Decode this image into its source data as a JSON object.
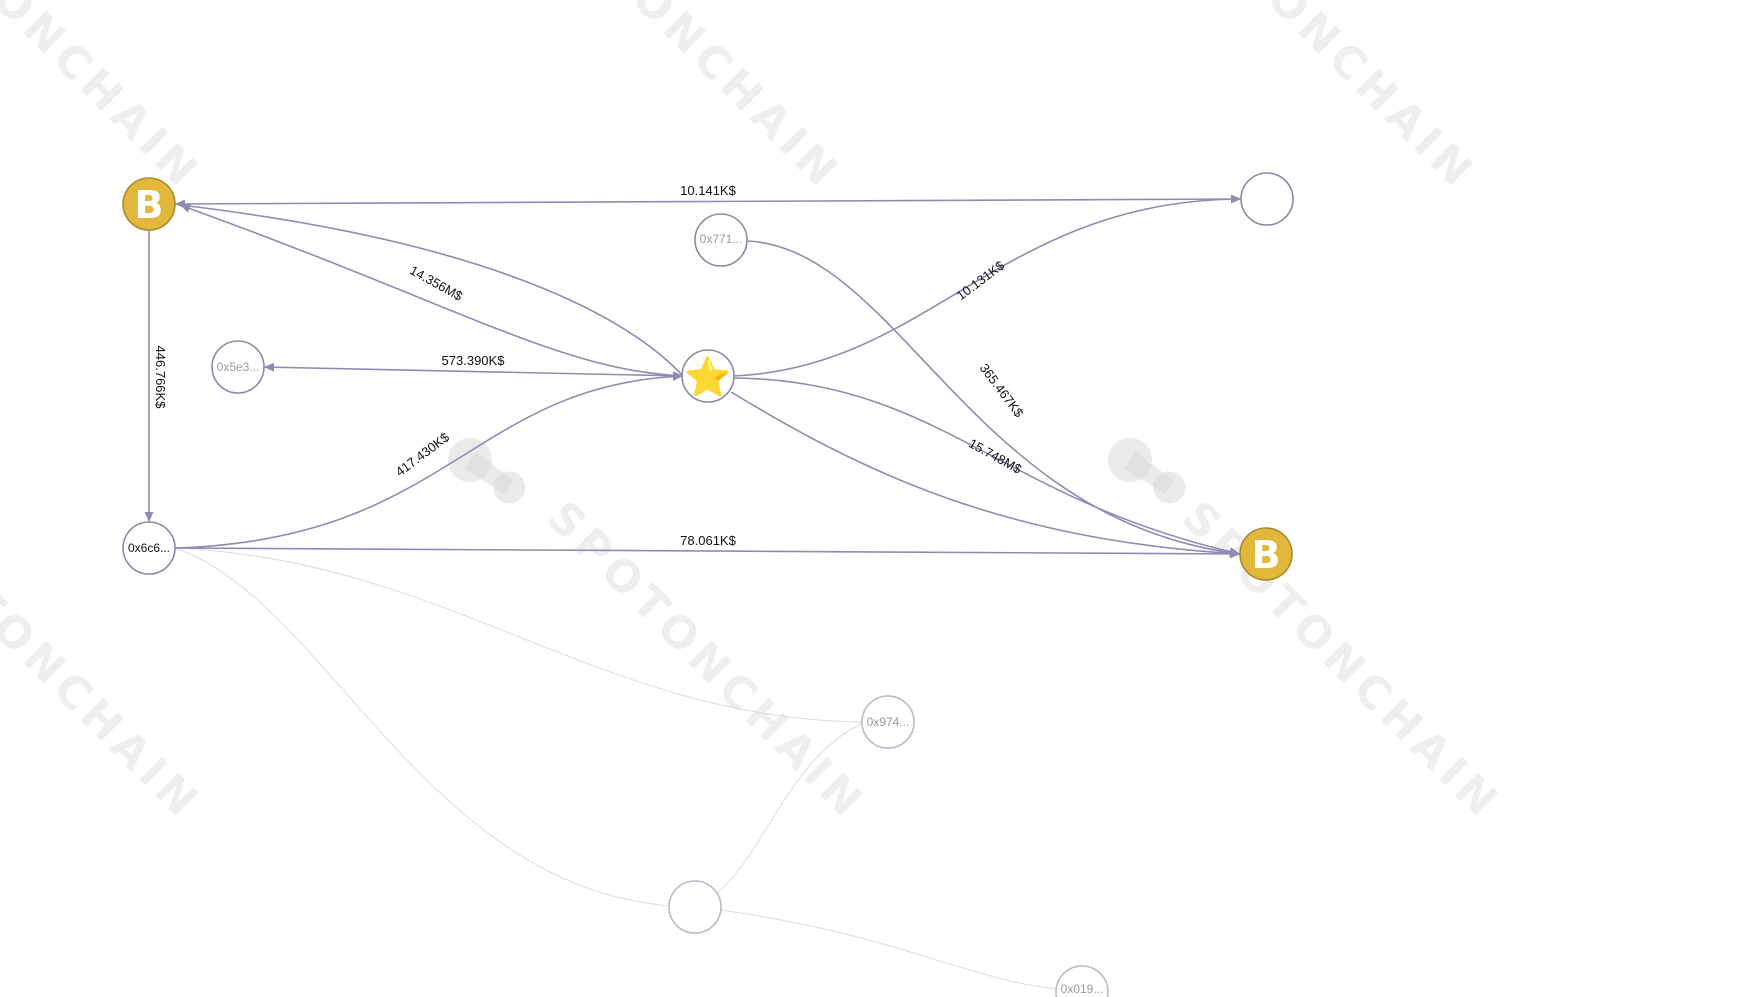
{
  "watermark": {
    "text": "SPOTONCHAIN"
  },
  "nodes": [
    {
      "id": "b_top",
      "kind": "badge",
      "glyph": "B",
      "label": ""
    },
    {
      "id": "b_bottom",
      "kind": "badge",
      "glyph": "B",
      "label": ""
    },
    {
      "id": "star",
      "kind": "star",
      "glyph": "⭐",
      "label": ""
    },
    {
      "id": "empty_top_right",
      "kind": "address",
      "label": ""
    },
    {
      "id": "addr_771",
      "kind": "address",
      "label": "0x771..."
    },
    {
      "id": "addr_5e3",
      "kind": "address",
      "label": "0x5e3..."
    },
    {
      "id": "addr_6c6",
      "kind": "address",
      "label": "0x6c6..."
    },
    {
      "id": "addr_974",
      "kind": "address",
      "label": "0x974..."
    },
    {
      "id": "empty_bottom",
      "kind": "address",
      "label": ""
    },
    {
      "id": "addr_019",
      "kind": "address",
      "label": "0x019..."
    }
  ],
  "edges": [
    {
      "id": "e1",
      "from": "empty_top_right",
      "to": "b_top",
      "label": "10.141K$"
    },
    {
      "id": "e2",
      "from": "star",
      "to": "b_top",
      "label": "14.356M$"
    },
    {
      "id": "e3",
      "from": "star",
      "to": "addr_5e3",
      "label": "573.390K$"
    },
    {
      "id": "e4",
      "from": "b_top",
      "to": "addr_6c6",
      "label": "446.766K$"
    },
    {
      "id": "e5",
      "from": "addr_6c6",
      "to": "star",
      "label": "417.430K$"
    },
    {
      "id": "e6",
      "from": "star",
      "to": "empty_top_right",
      "label": "10.131K$"
    },
    {
      "id": "e7",
      "from": "addr_771",
      "to": "b_bottom",
      "label": "365.467K$"
    },
    {
      "id": "e8",
      "from": "star",
      "to": "b_bottom",
      "label": "15.748M$"
    },
    {
      "id": "e9",
      "from": "addr_6c6",
      "to": "b_bottom",
      "label": "78.061K$"
    }
  ],
  "colors": {
    "edge": "#8e8cb4",
    "badge": "#e1b83c",
    "node_stroke": "#8a8aa8"
  }
}
